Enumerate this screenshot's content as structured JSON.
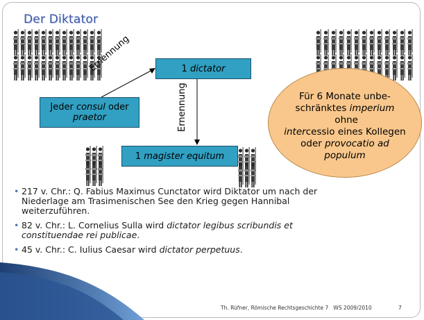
{
  "title": "Der Diktator",
  "boxes": {
    "dictator": {
      "num": "1 ",
      "word": "dictator"
    },
    "consul": {
      "a": "Jeder ",
      "b": "consul",
      "c": " oder",
      "d": "praetor"
    },
    "magister": {
      "num": "1 ",
      "word": "magister equitum"
    }
  },
  "labels": {
    "diag": "Ernennung",
    "vert": "Ernennung"
  },
  "oval": {
    "l1": "Für 6 Monate unbe-",
    "l2a": "schränktes ",
    "l2b": "imperium",
    "l2c": " ohne",
    "l3a": "inter",
    "l3b": "cessio eines Kollegen",
    "l4a": "oder ",
    "l4b": "provocatio ad",
    "l5": "populum"
  },
  "bullets": {
    "b1": "217 v. Chr.: Q. Fabius Maximus Cunctator wird Diktator um nach der Niederlage am Trasimenischen  See den Krieg gegen Hannibal weiterzuführen.",
    "b2a": "82 v. Chr.: L. Cornelius Sulla wird ",
    "b2b": "dictator legibus scribundis et constituendae rei publicae",
    "b2c": ".",
    "b3a": "45 v. Chr.: C. Iulius Caesar wird ",
    "b3b": "dictator perpetuus",
    "b3c": "."
  },
  "footer": "Th. Rüfner, Römische Rechtsgeschichte 7   WS 2009/2010",
  "page_number": "7",
  "colors": {
    "box": "#31a0c2",
    "oval": "#f9c78c",
    "title": "#3d5aa6",
    "swoosh": "#3e6fad"
  },
  "images": [
    "lictors-group-left",
    "lictors-group-right",
    "lictors-small-left",
    "lictors-small-right"
  ]
}
